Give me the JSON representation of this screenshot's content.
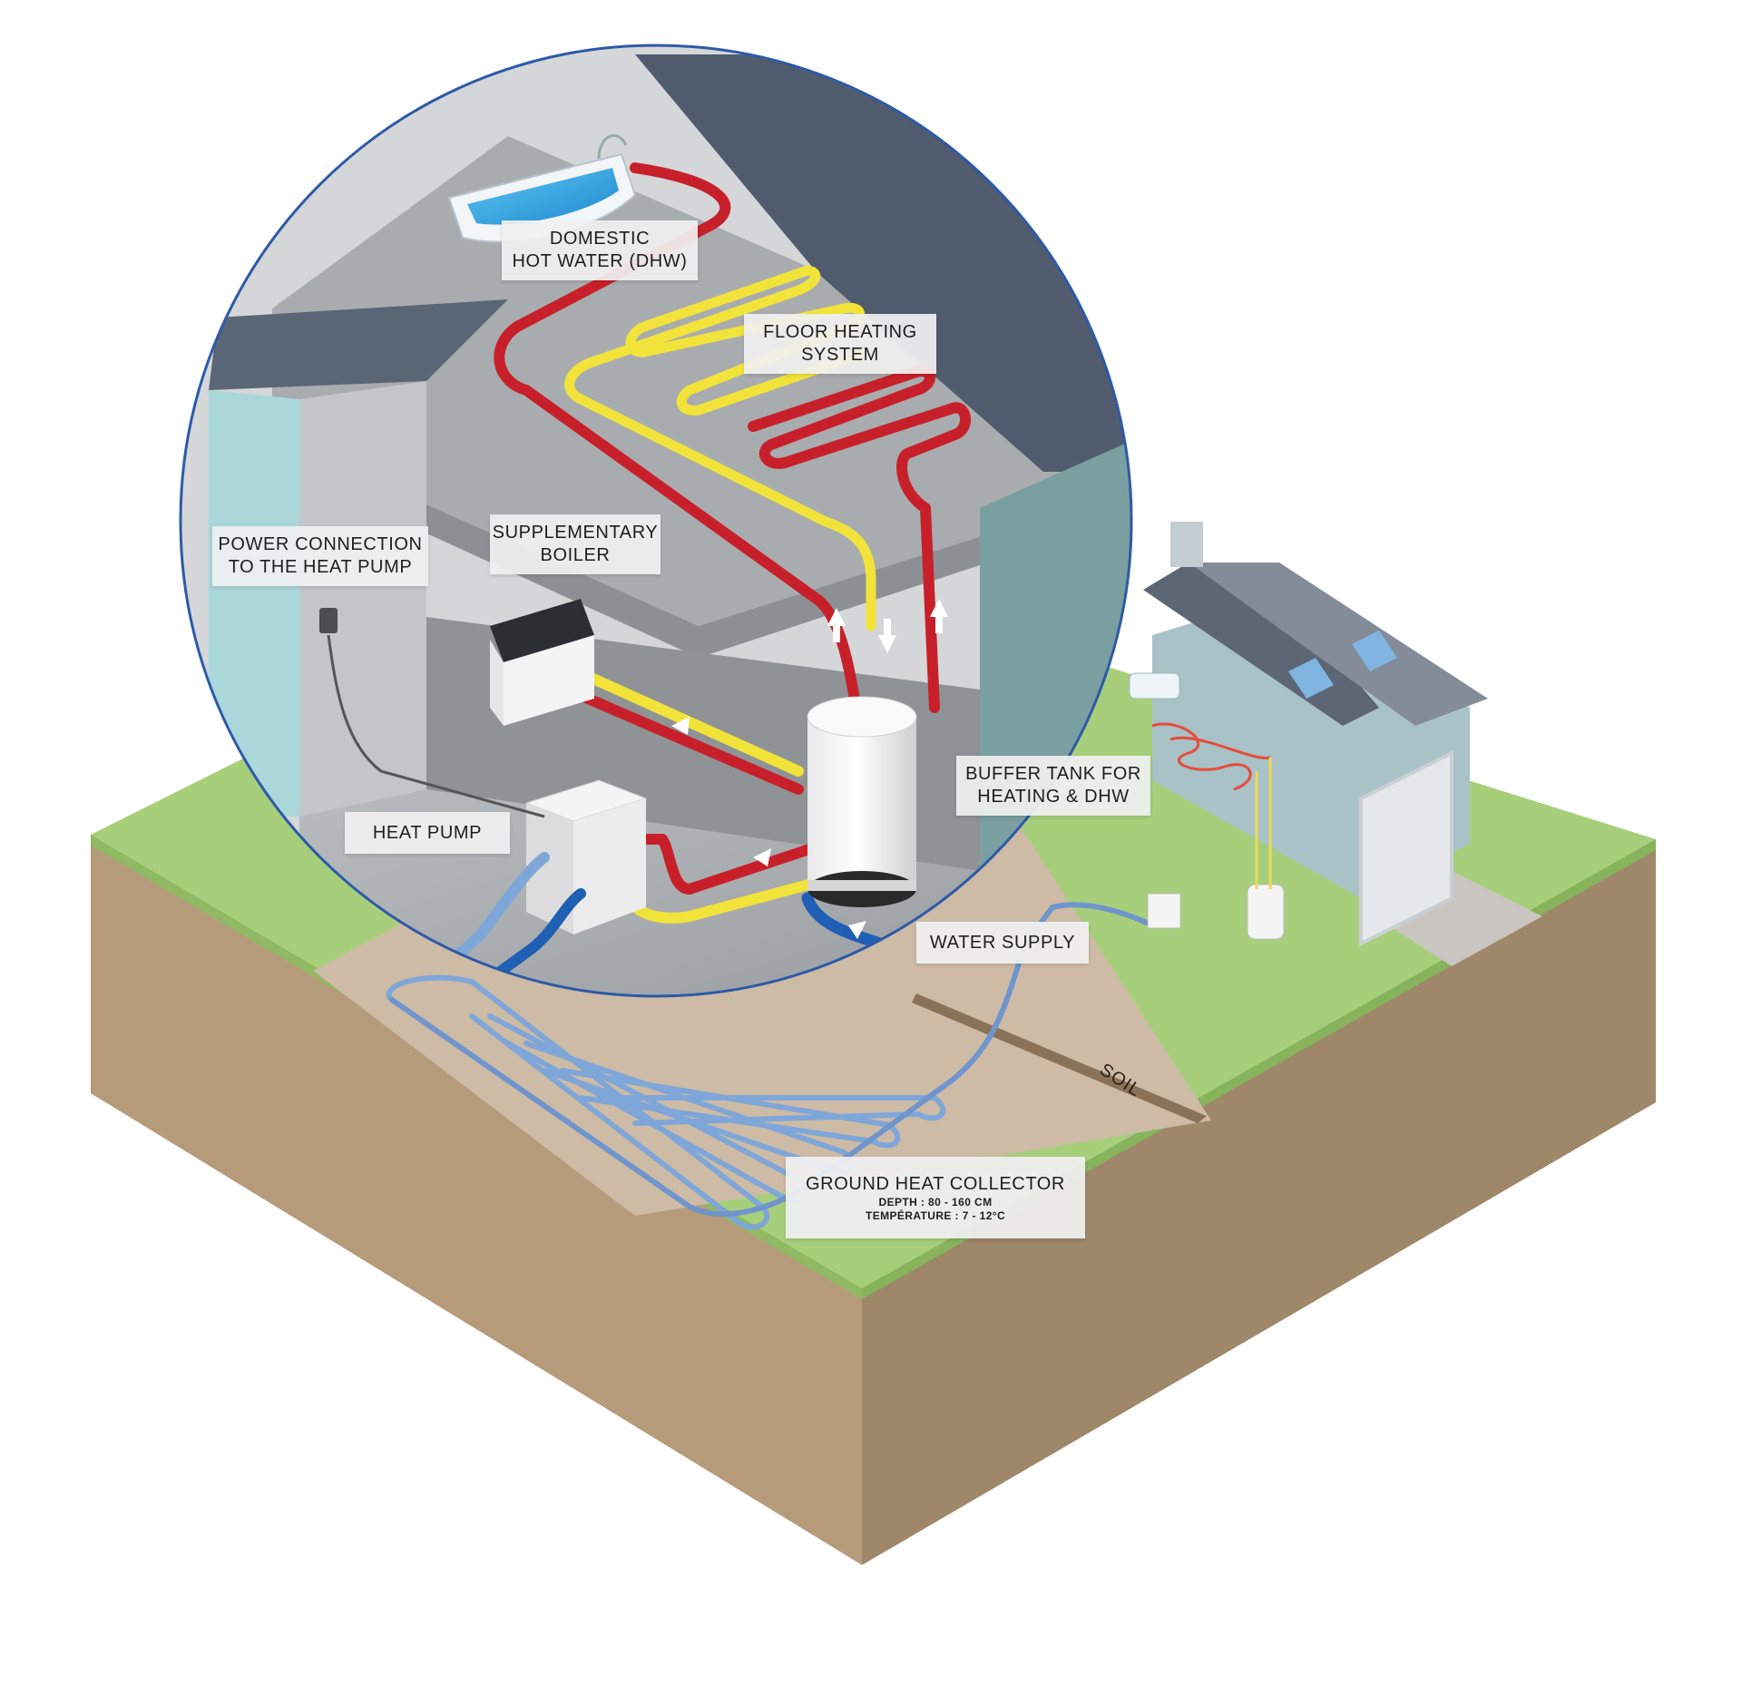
{
  "labels": {
    "dhw": [
      "DOMESTIC",
      "HOT WATER (DHW)"
    ],
    "floor_heating": [
      "FLOOR HEATING",
      "SYSTEM"
    ],
    "supplementary_boiler": [
      "SUPPLEMENTARY",
      "BOILER"
    ],
    "power_connection": [
      "POWER CONNECTION",
      "TO THE  HEAT PUMP"
    ],
    "buffer_tank": [
      "BUFFER TANK FOR",
      "HEATING & DHW"
    ],
    "heat_pump": "HEAT PUMP",
    "water_supply": "WATER SUPPLY",
    "soil": "SOIL",
    "ground_collector": {
      "title": "GROUND HEAT COLLECTOR",
      "depth": "DEPTH : 80 - 160 CM",
      "temperature": "TEMPÉRATURE : 7 - 12°C"
    }
  },
  "colors": {
    "hot_pipe": "#c8202a",
    "warm_pipe": "#f2e33a",
    "cold_pipe": "#1f5fb4",
    "collector_pipe": "#7fa6d8",
    "grass": "#a6cf7a",
    "soil": "#b59a7a",
    "soil_dark": "#9c8468",
    "roof": "#4f5b6e",
    "wall_teal": "#7aa3a1",
    "magnifier_border": "#2d5aa8"
  }
}
